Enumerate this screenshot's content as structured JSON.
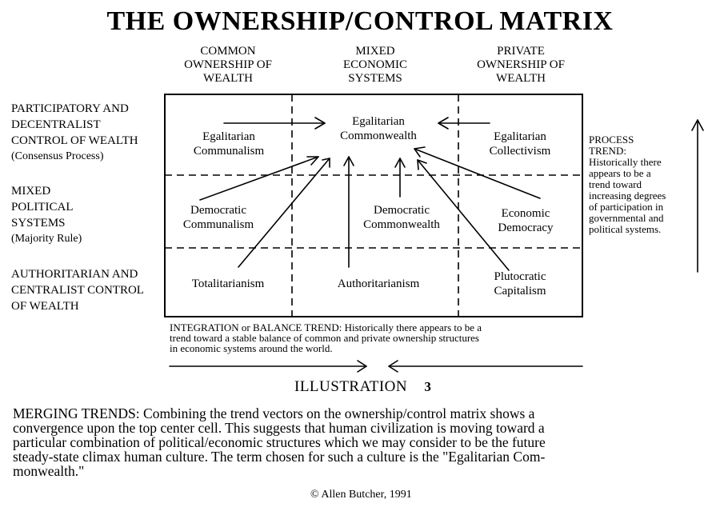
{
  "title": "THE OWNERSHIP/CONTROL MATRIX",
  "columns": [
    {
      "l1": "COMMON",
      "l2": "OWNERSHIP OF",
      "l3": "WEALTH"
    },
    {
      "l1": "MIXED",
      "l2": "ECONOMIC",
      "l3": "SYSTEMS"
    },
    {
      "l1": "PRIVATE",
      "l2": "OWNERSHIP OF",
      "l3": "WEALTH"
    }
  ],
  "rows": [
    {
      "l1": "PARTICIPATORY AND",
      "l2": "DECENTRALIST",
      "l3": "CONTROL OF WEALTH",
      "sub": "(Consensus Process)"
    },
    {
      "l1": "MIXED",
      "l2": "POLITICAL",
      "l3": "SYSTEMS",
      "sub": "(Majority Rule)"
    },
    {
      "l1": "AUTHORITARIAN AND",
      "l2": "CENTRALIST CONTROL",
      "l3": "OF WEALTH",
      "sub": ""
    }
  ],
  "cells": {
    "r1c1": {
      "l1": "Egalitarian",
      "l2": "Communalism"
    },
    "r1c2": {
      "l1": "Egalitarian",
      "l2": "Commonwealth"
    },
    "r1c3": {
      "l1": "Egalitarian",
      "l2": "Collectivism"
    },
    "r2c1": {
      "l1": "Democratic",
      "l2": "Communalism"
    },
    "r2c2": {
      "l1": "Democratic",
      "l2": "Commonwealth"
    },
    "r2c3": {
      "l1": "Economic",
      "l2": "Democracy"
    },
    "r3c1": {
      "l1": "Totalitarianism",
      "l2": ""
    },
    "r3c2": {
      "l1": "Authoritarianism",
      "l2": ""
    },
    "r3c3": {
      "l1": "Plutocratic",
      "l2": "Capitalism"
    }
  },
  "process_trend": {
    "lines": [
      "PROCESS",
      "TREND:",
      "Historically there",
      "appears to be a",
      "trend toward",
      "increasing degrees",
      "of participation in",
      "governmental and",
      "political systems."
    ]
  },
  "integration_trend": {
    "lines": [
      "INTEGRATION or  BALANCE TREND:  Historically there appears to be a",
      "trend toward a stable balance of common and private ownership structures",
      "in economic systems around the world."
    ]
  },
  "illustration_label": "ILLUSTRATION",
  "illustration_number": "3",
  "merging_lines": [
    "MERGING TRENDS:  Combining the trend vectors on the ownership/control matrix shows a",
    "convergence upon the top center cell.  This suggests that human civilization is moving toward a",
    "particular combination of political/economic structures  which we may consider to be the future",
    "steady-state climax human culture.  The term chosen for such a culture is the \"Egalitarian Com-",
    "monwealth.\""
  ],
  "copyright": "©  Allen Butcher, 1991"
}
